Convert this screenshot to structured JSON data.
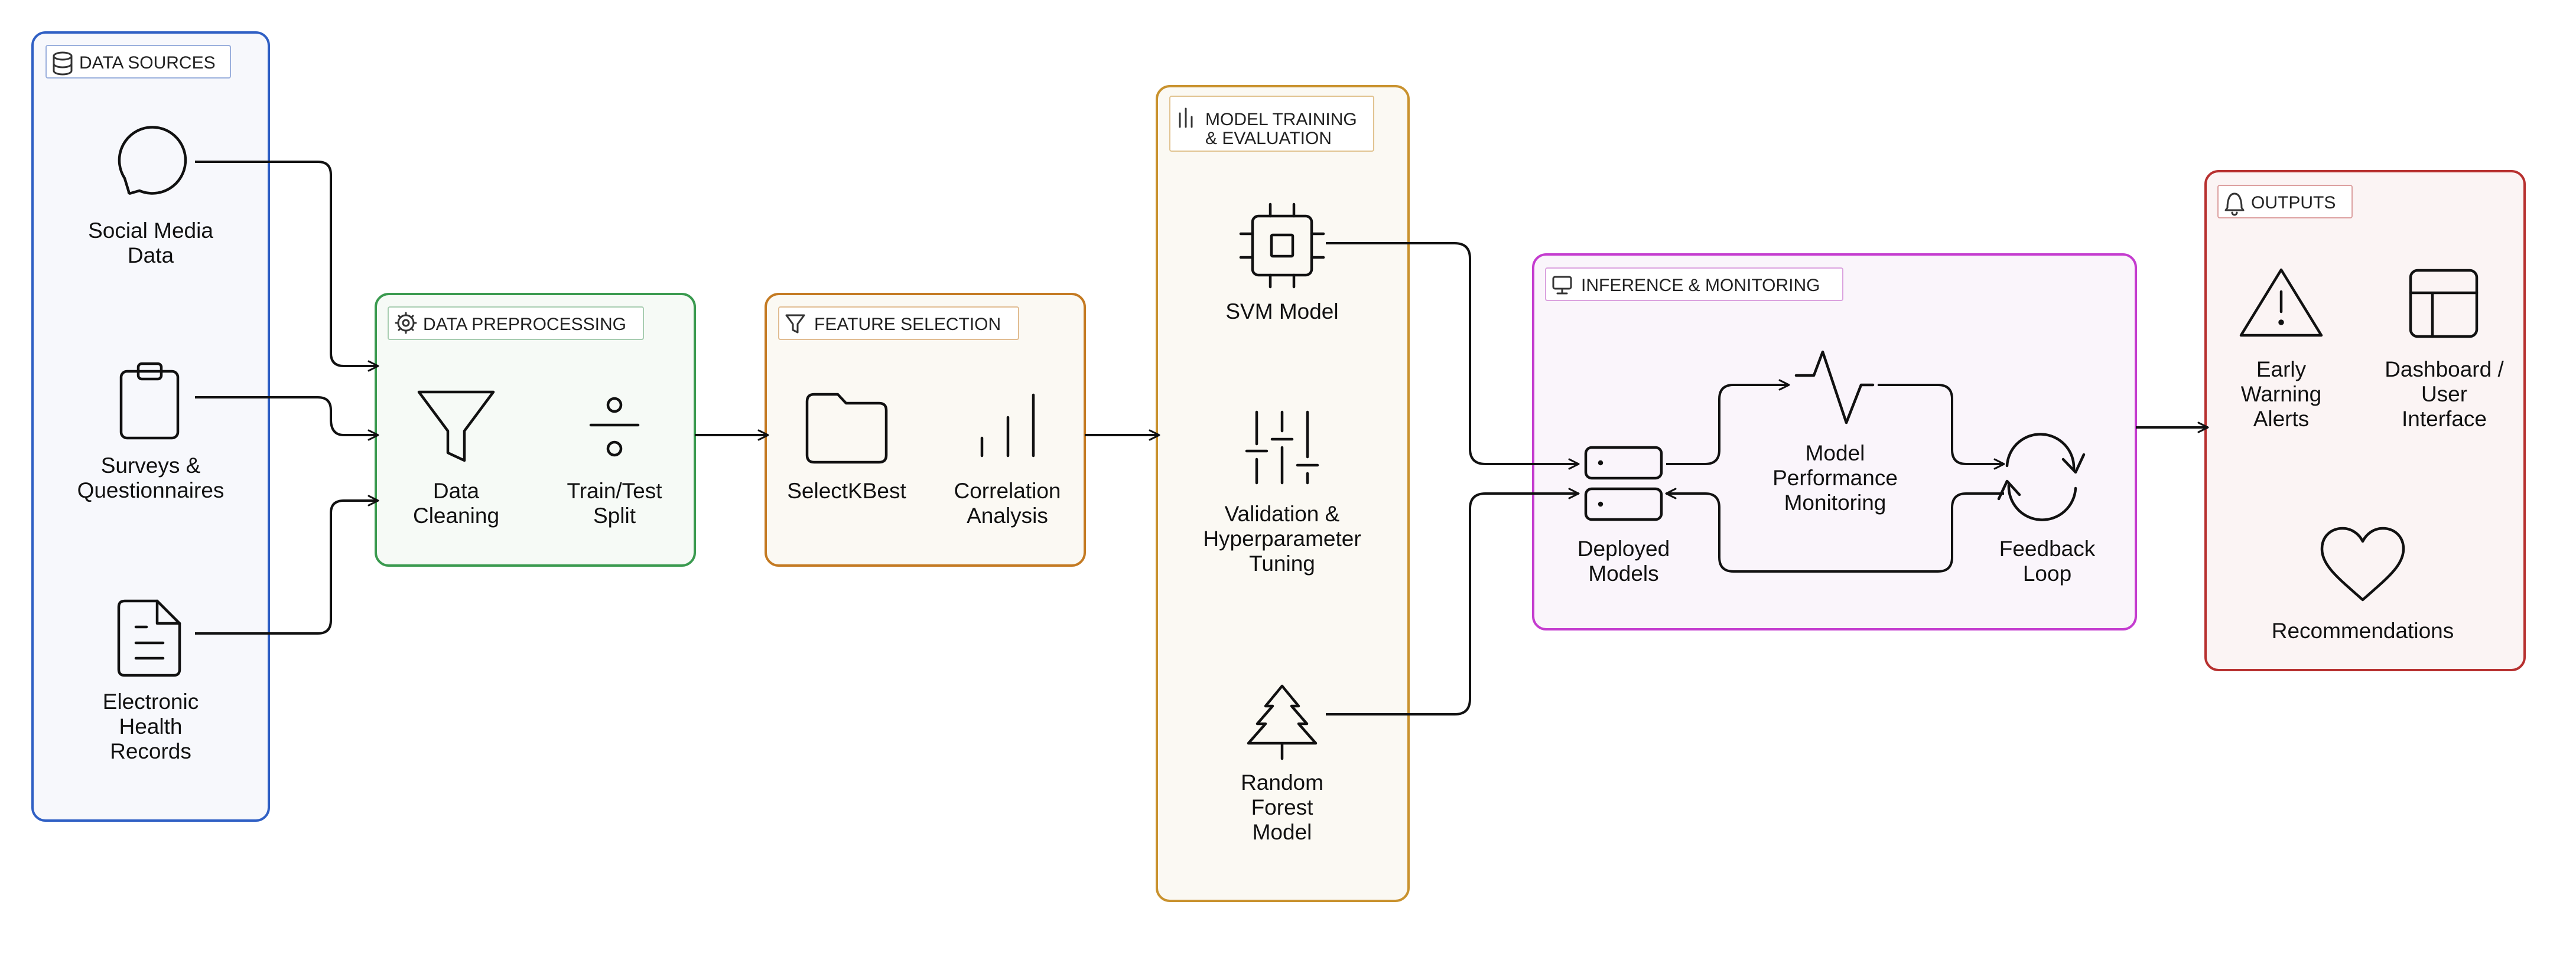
{
  "colors": {
    "data_sources": "#2f5fc4",
    "preprocessing": "#3a9a4f",
    "feature_selection": "#c47a22",
    "model_training": "#c9922e",
    "inference": "#c43ccf",
    "outputs": "#b7302f"
  },
  "groups": {
    "data_sources": {
      "title": "DATA SOURCES",
      "icon": "database-icon",
      "nodes": {
        "social": [
          "Social Media",
          "Data"
        ],
        "surveys": [
          "Surveys &",
          "Questionnaires"
        ],
        "ehr": [
          "Electronic",
          "Health",
          "Records"
        ]
      }
    },
    "preprocessing": {
      "title": "DATA PREPROCESSING",
      "icon": "gear-icon",
      "nodes": {
        "cleaning": [
          "Data",
          "Cleaning"
        ],
        "split": [
          "Train/Test",
          "Split"
        ]
      }
    },
    "feature_selection": {
      "title": "FEATURE SELECTION",
      "icon": "filter-icon",
      "nodes": {
        "selectkbest": [
          "SelectKBest"
        ],
        "correlation": [
          "Correlation",
          "Analysis"
        ]
      }
    },
    "model_training": {
      "title_lines": [
        "MODEL TRAINING",
        "& EVALUATION"
      ],
      "icon": "bar-chart-icon",
      "nodes": {
        "svm": [
          "SVM Model"
        ],
        "validation": [
          "Validation &",
          "Hyperparameter",
          "Tuning"
        ],
        "rf": [
          "Random",
          "Forest",
          "Model"
        ]
      }
    },
    "inference": {
      "title": "INFERENCE & MONITORING",
      "icon": "monitor-icon",
      "nodes": {
        "deployed": [
          "Deployed",
          "Models"
        ],
        "monitoring": [
          "Model",
          "Performance",
          "Monitoring"
        ],
        "feedback": [
          "Feedback",
          "Loop"
        ]
      }
    },
    "outputs": {
      "title": "OUTPUTS",
      "icon": "bell-icon",
      "nodes": {
        "alerts": [
          "Early",
          "Warning",
          "Alerts"
        ],
        "dashboard": [
          "Dashboard /",
          "User",
          "Interface"
        ],
        "recommendations": [
          "Recommendations"
        ]
      }
    }
  }
}
